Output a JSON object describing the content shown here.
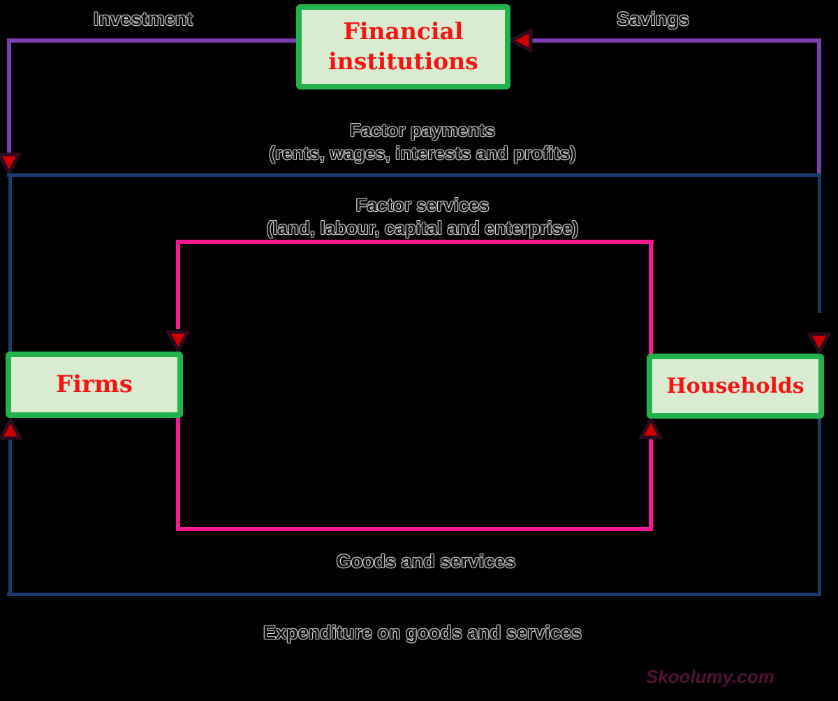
{
  "colors": {
    "background": "#000000",
    "purple": "#7a3fb0",
    "navy": "#1c3a6e",
    "pink": "#f5188e",
    "green_border": "#23b14d",
    "box_fill": "#d9ecd2",
    "box_text": "#f41414",
    "label_text": "#101010",
    "arrow_fill": "#cf0000",
    "arrow_stroke": "#2b0c1e",
    "watermark_color": "#4e1332"
  },
  "boxes": {
    "financial_institutions": {
      "label": "Financial institutions"
    },
    "firms": {
      "label": "Firms"
    },
    "households": {
      "label": "Households"
    }
  },
  "flow_labels": {
    "investment": "Investment",
    "savings": "Savings",
    "factor_payments": "Factor payments",
    "factor_payments_detail": "(rents, wages, interests and profits)",
    "factor_services": "Factor services",
    "factor_services_detail": "(land, labour, capital and enterprise)",
    "goods_services": "Goods and services",
    "expenditure": "Expenditure on goods and services"
  },
  "watermark": "Skoolumy.com"
}
